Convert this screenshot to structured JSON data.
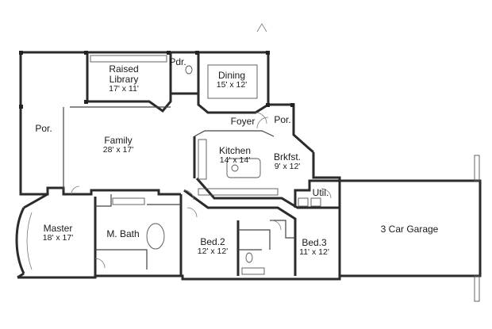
{
  "rooms": {
    "library": {
      "name_1": "Raised",
      "name_2": "Library",
      "dim": "17' x 11'"
    },
    "powder": {
      "name": "Pdr."
    },
    "dining": {
      "name": "Dining",
      "dim": "15' x 12'"
    },
    "porch_left": {
      "name": "Por."
    },
    "family": {
      "name": "Family",
      "dim": "28' x 17'"
    },
    "foyer": {
      "name": "Foyer"
    },
    "porch_front": {
      "name": "Por."
    },
    "kitchen": {
      "name": "Kitchen",
      "dim": "14' x 14'"
    },
    "breakfast": {
      "name": "Brkfst.",
      "dim": "9' x 12'"
    },
    "utility": {
      "name": "Util."
    },
    "garage": {
      "name": "3 Car Garage"
    },
    "master": {
      "name": "Master",
      "dim": "18' x 17'"
    },
    "master_bath": {
      "name": "M. Bath"
    },
    "bed2": {
      "name": "Bed.2",
      "dim": "12' x 12'"
    },
    "bed3": {
      "name": "Bed.3",
      "dim": "11' x 12'"
    }
  }
}
